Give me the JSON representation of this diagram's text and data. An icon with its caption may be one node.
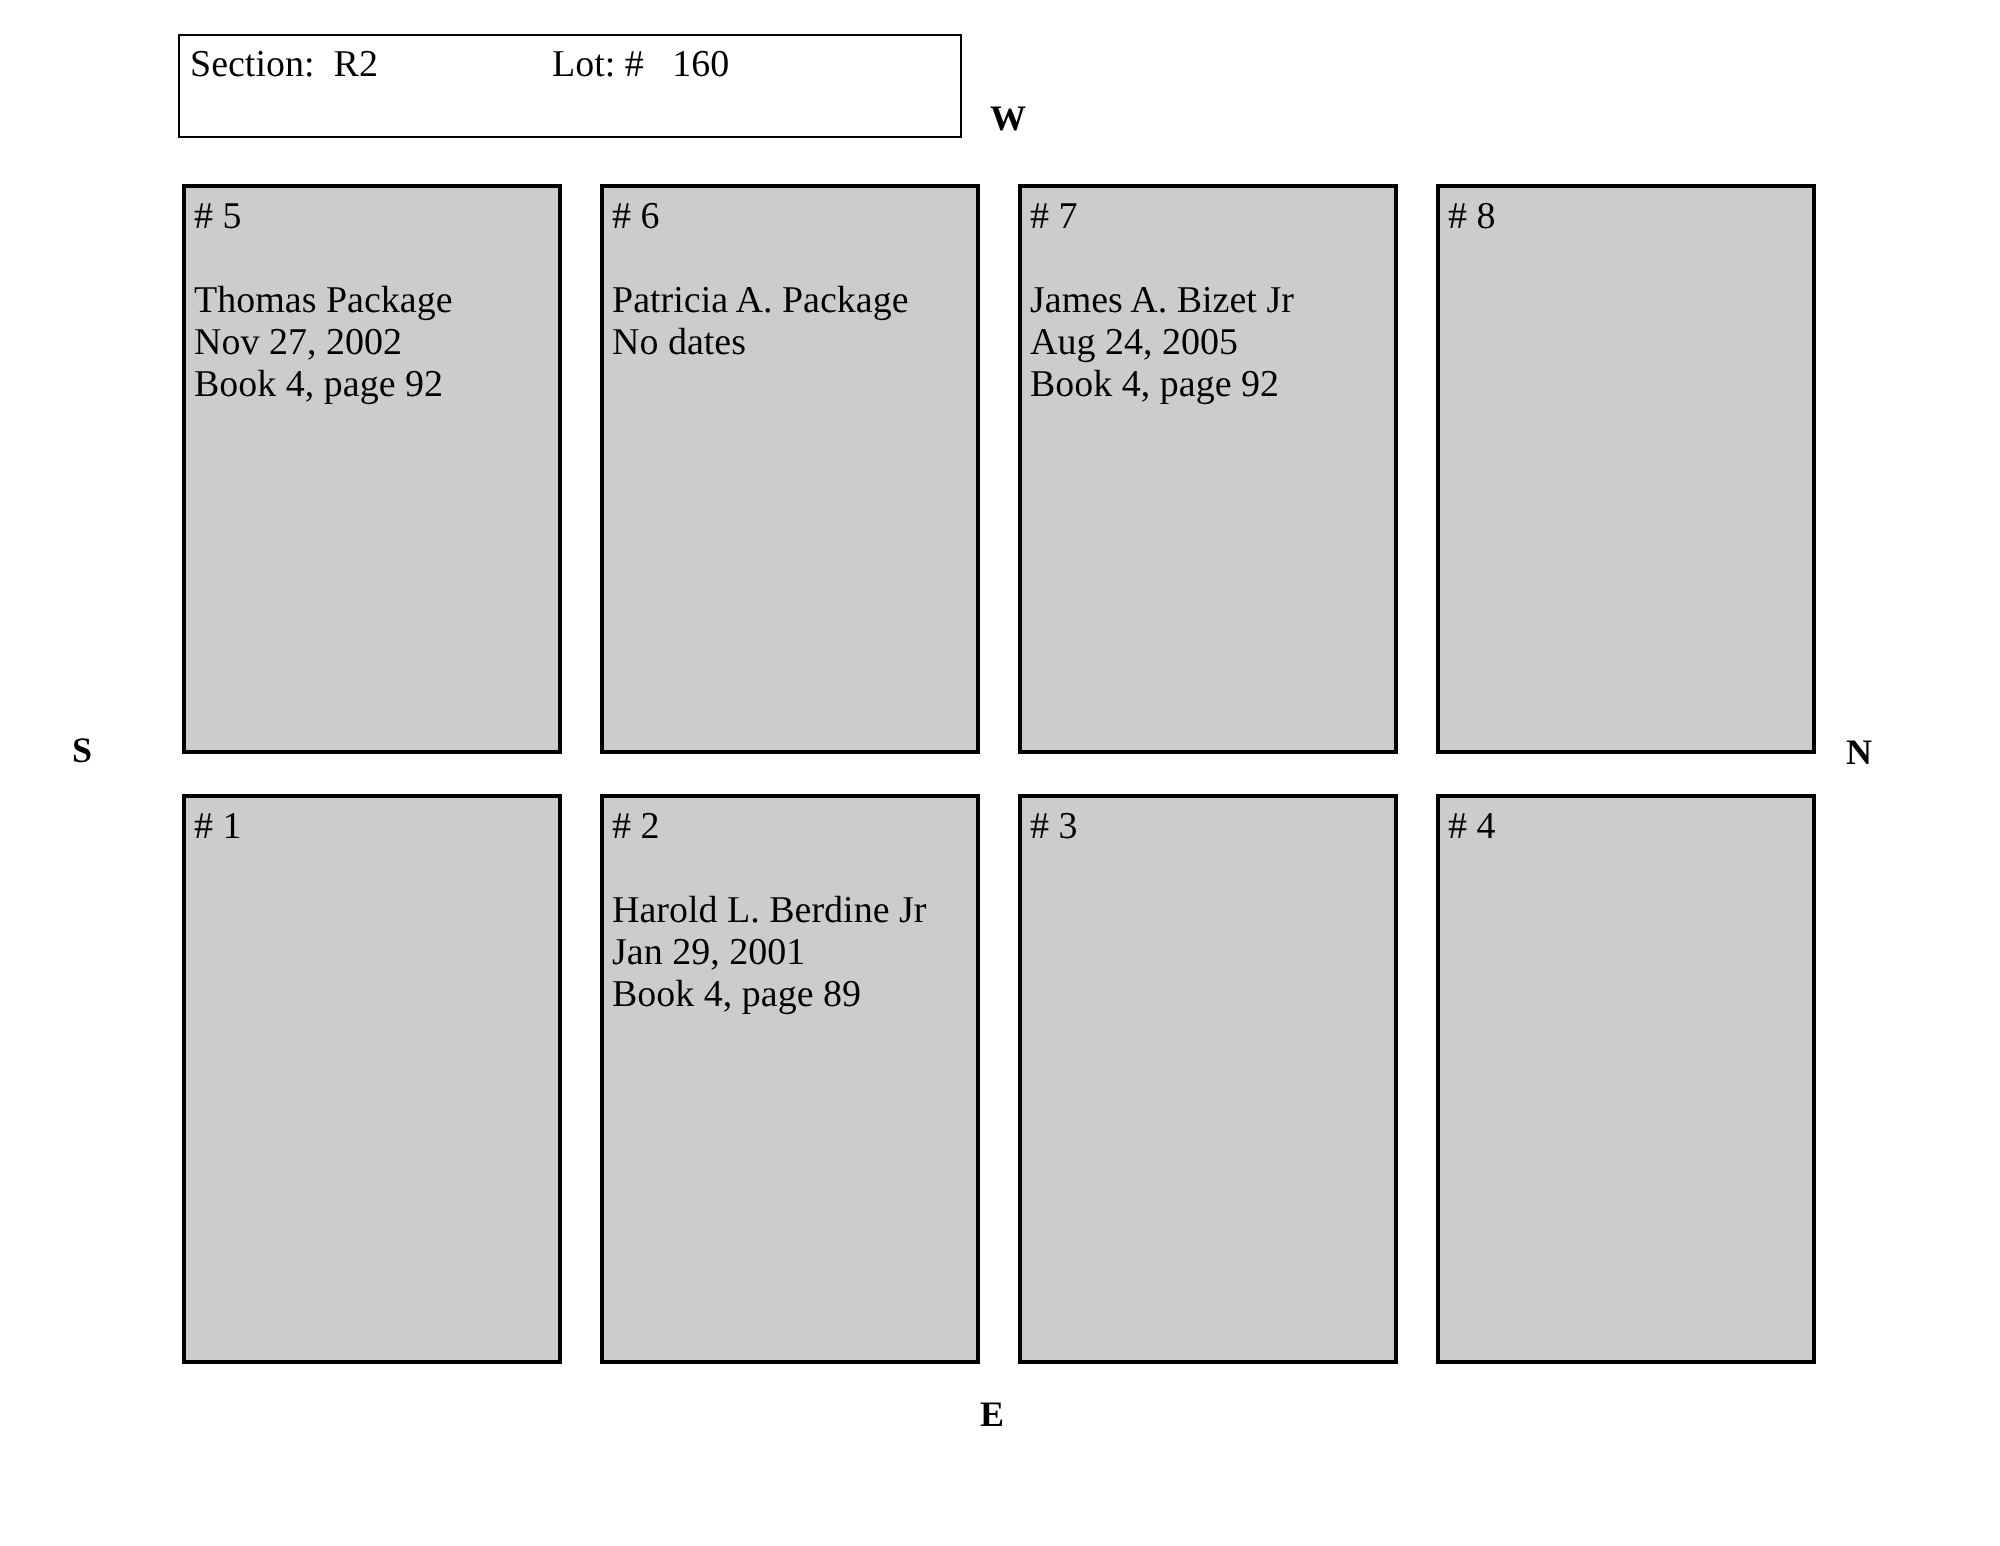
{
  "diagram": {
    "nodes": [
      {
        "text": [
          "Section:  R2",
          "Lot: #   160"
        ]
      },
      {
        "text": [
          "# 5",
          "Thomas Package",
          "Nov 27, 2002",
          "Book 4, page 92"
        ]
      },
      {
        "text": [
          "# 6",
          "Patricia A. Package",
          "No dates"
        ]
      },
      {
        "text": [
          "# 7",
          "James A. Bizet Jr",
          "Aug 24, 2005",
          "Book 4, page 92"
        ]
      },
      {
        "text": [
          "# 8"
        ]
      },
      {
        "text": [
          "# 1"
        ]
      },
      {
        "text": [
          "# 2",
          "Harold L. Berdine Jr",
          "Jan 29, 2001",
          "Book 4, page 89"
        ]
      },
      {
        "text": [
          "# 3"
        ]
      },
      {
        "text": [
          "# 4"
        ]
      }
    ],
    "edges": [],
    "labels": [
      "W",
      "S",
      "N",
      "E"
    ]
  }
}
